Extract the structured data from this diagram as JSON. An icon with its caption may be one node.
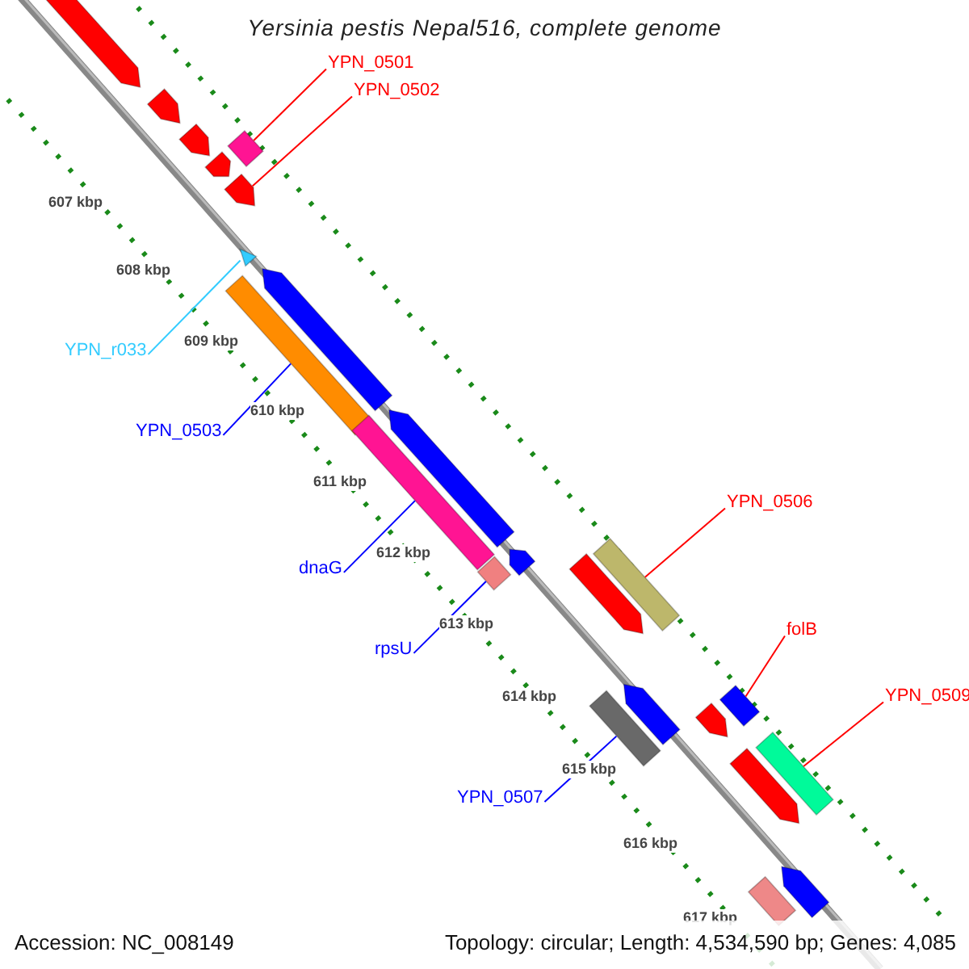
{
  "diagram": {
    "title": "Yersinia pestis Nepal516, complete genome",
    "nodes": [
      {
        "text": [
          "YPN_0501"
        ]
      },
      {
        "text": [
          "YPN_0502"
        ]
      },
      {
        "text": [
          "YPN_r033"
        ]
      },
      {
        "text": [
          "YPN_0503"
        ]
      },
      {
        "text": [
          "YPN_0506"
        ]
      },
      {
        "text": [
          "folB"
        ]
      },
      {
        "text": [
          "dnaG"
        ]
      },
      {
        "text": [
          "YPN_0509"
        ]
      },
      {
        "text": [
          "rpsU"
        ]
      },
      {
        "text": [
          "YPN_0507"
        ]
      },
      {
        "text": [],
        "shape": "arrow"
      },
      {
        "text": [],
        "shape": "arrow"
      },
      {
        "text": [],
        "shape": "arrow"
      },
      {
        "text": [],
        "shape": "diamond"
      },
      {
        "text": [],
        "shape": "arrow"
      },
      {
        "text": [],
        "shape": "arrow"
      },
      {
        "text": [],
        "shape": "triangle"
      },
      {
        "text": [],
        "shape": "arrow"
      },
      {
        "text": [],
        "shape": "bar"
      },
      {
        "text": [],
        "shape": "arrow"
      },
      {
        "text": [],
        "shape": "bar"
      },
      {
        "text": [],
        "shape": "arrow"
      },
      {
        "text": [],
        "shape": "diamond"
      },
      {
        "text": [],
        "shape": "bar"
      },
      {
        "text": [],
        "shape": "arrow"
      },
      {
        "text": [],
        "shape": "box"
      },
      {
        "text": [],
        "shape": "arrow"
      },
      {
        "text": [],
        "shape": "arrow"
      },
      {
        "text": [],
        "shape": "bar"
      },
      {
        "text": [],
        "shape": "bar"
      },
      {
        "text": [],
        "shape": "arrow"
      },
      {
        "text": [],
        "shape": "arrow"
      },
      {
        "text": [],
        "shape": "bar"
      }
    ],
    "edges": [
      {
        "from": 0,
        "to": 13,
        "arrow": "none"
      },
      {
        "from": 1,
        "to": 15,
        "arrow": "none"
      },
      {
        "from": 2,
        "to": 16,
        "arrow": "none",
        "color": "#33ccff"
      },
      {
        "from": 3,
        "to": 18,
        "arrow": "none",
        "color": "#0000ff"
      },
      {
        "from": 4,
        "to": 23,
        "arrow": "none"
      },
      {
        "from": 5,
        "to": 25,
        "arrow": "none"
      },
      {
        "from": 6,
        "to": 20,
        "arrow": "none",
        "color": "#0000ff"
      },
      {
        "from": 7,
        "to": 29,
        "arrow": "none"
      },
      {
        "from": 8,
        "to": 22,
        "arrow": "none",
        "color": "#0000ff"
      },
      {
        "from": 9,
        "to": 28,
        "arrow": "none",
        "color": "#0000ff"
      }
    ],
    "labels": [
      "607 kbp",
      "608 kbp",
      "609 kbp",
      "610 kbp",
      "611 kbp",
      "612 kbp",
      "613 kbp",
      "614 kbp",
      "615 kbp",
      "616 kbp",
      "617 kbp",
      "Accession: NC_008149",
      "Topology: circular; Length: 4,534,590 bp; Genes: 4,085"
    ]
  }
}
